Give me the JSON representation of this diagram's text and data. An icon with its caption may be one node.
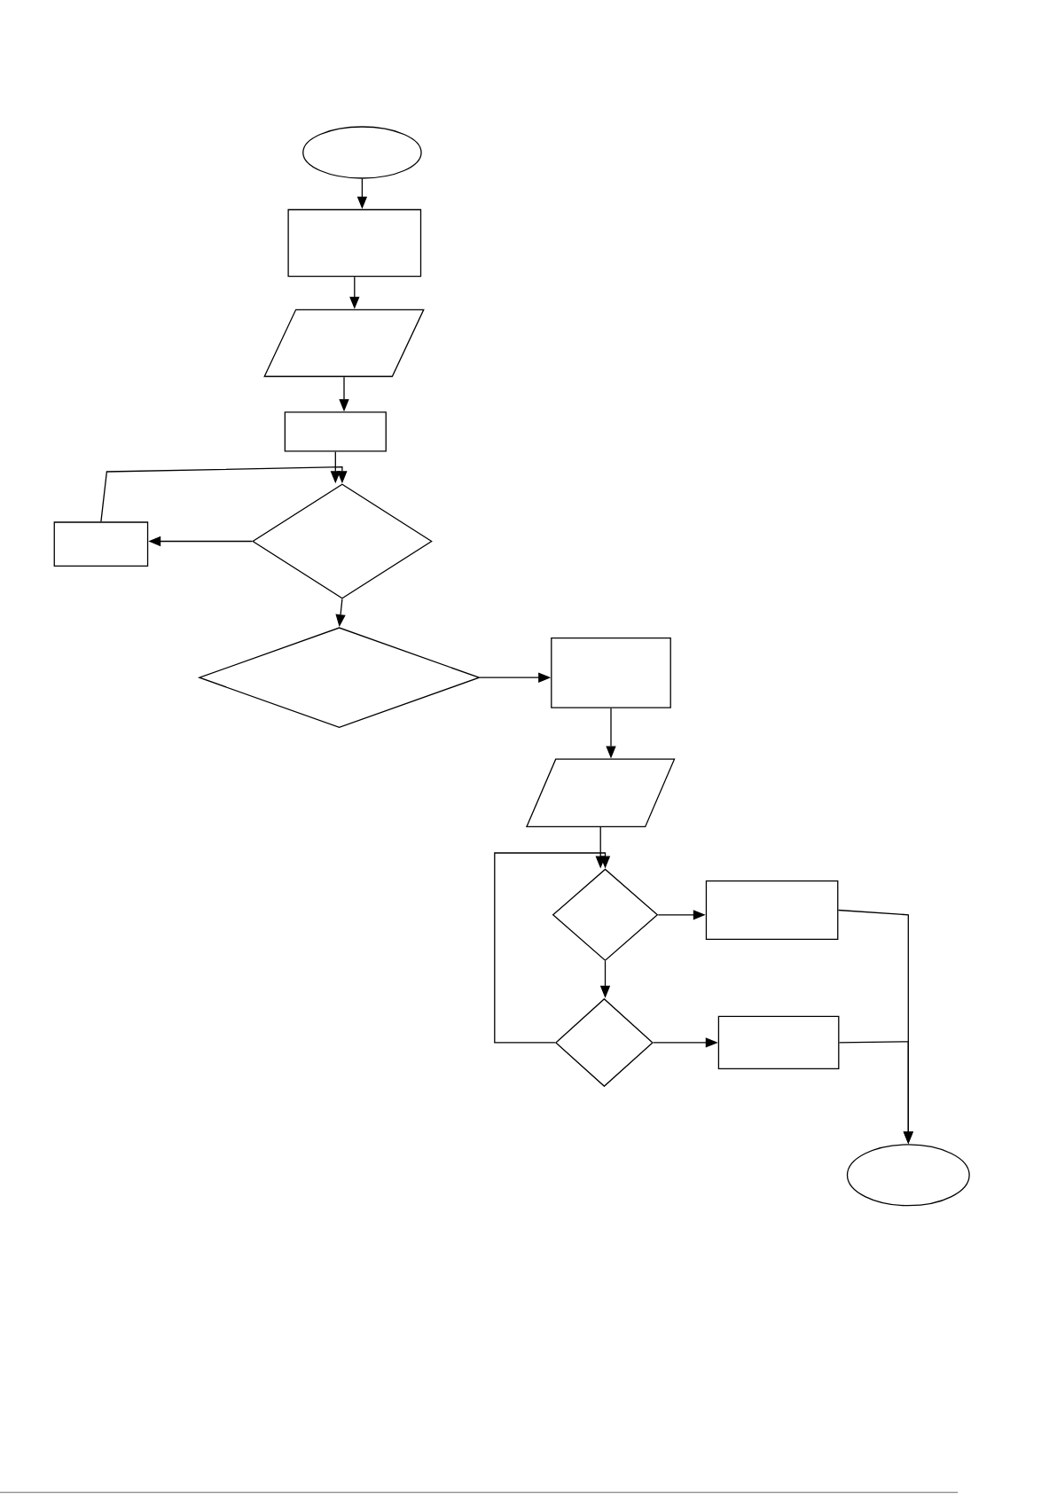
{
  "diagram": {
    "nodes": [
      {
        "text": [],
        "shape": "ellipse"
      },
      {
        "text": [],
        "shape": "box"
      },
      {
        "text": [],
        "shape": "parallelogram"
      },
      {
        "text": [],
        "shape": "box"
      },
      {
        "text": [],
        "shape": "diamond"
      },
      {
        "text": [],
        "shape": "box"
      },
      {
        "text": [],
        "shape": "diamond"
      },
      {
        "text": [],
        "shape": "box"
      },
      {
        "text": [],
        "shape": "parallelogram"
      },
      {
        "text": [],
        "shape": "diamond"
      },
      {
        "text": [],
        "shape": "box"
      },
      {
        "text": [],
        "shape": "diamond"
      },
      {
        "text": [],
        "shape": "box"
      },
      {
        "text": [],
        "shape": "ellipse"
      }
    ],
    "edges": [
      {
        "from": 0,
        "to": 1,
        "arrow": "to"
      },
      {
        "from": 1,
        "to": 2,
        "arrow": "to"
      },
      {
        "from": 2,
        "to": 3,
        "arrow": "to"
      },
      {
        "from": 3,
        "to": 4,
        "arrow": "to"
      },
      {
        "from": 4,
        "to": 5,
        "arrow": "to"
      },
      {
        "from": 5,
        "to": 4,
        "arrow": "to"
      },
      {
        "from": 4,
        "to": 6,
        "arrow": "to"
      },
      {
        "from": 6,
        "to": 7,
        "arrow": "to"
      },
      {
        "from": 7,
        "to": 8,
        "arrow": "to"
      },
      {
        "from": 8,
        "to": 9,
        "arrow": "to"
      },
      {
        "from": 9,
        "to": 10,
        "arrow": "to"
      },
      {
        "from": 9,
        "to": 11,
        "arrow": "to"
      },
      {
        "from": 11,
        "to": 12,
        "arrow": "to"
      },
      {
        "from": 11,
        "to": 9,
        "arrow": "to"
      },
      {
        "from": 10,
        "to": 13,
        "arrow": "to"
      },
      {
        "from": 12,
        "to": 13,
        "arrow": "to"
      }
    ]
  }
}
